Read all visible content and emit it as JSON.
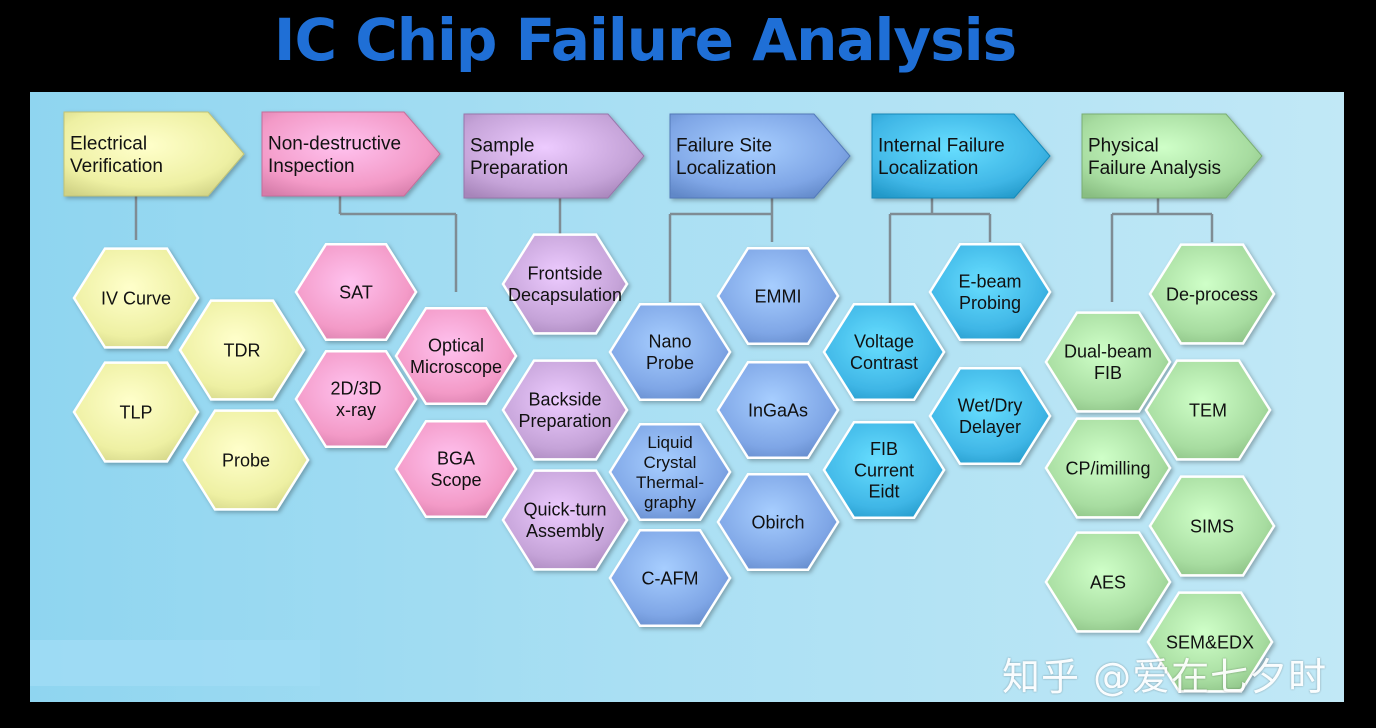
{
  "title": "IC Chip Failure Analysis",
  "watermark": "知乎 @爱在七夕时",
  "colors": {
    "electrical": "#eef0a3",
    "nondestructive": "#f39ac7",
    "sample": "#c5a3d8",
    "failure_site": "#7fa6e6",
    "internal": "#3fb6e6",
    "physical": "#a7dca0",
    "title": "#1f6fd6"
  },
  "categories": [
    {
      "id": "electrical",
      "label": [
        "Electrical",
        "Verification"
      ],
      "items": [
        [
          "IV Curve"
        ],
        [
          "TDR"
        ],
        [
          "TLP"
        ],
        [
          "Probe"
        ]
      ]
    },
    {
      "id": "nondestructive",
      "label": [
        "Non-destructive",
        "Inspection"
      ],
      "items": [
        [
          "SAT"
        ],
        [
          "Optical",
          "Microscope"
        ],
        [
          "2D/3D",
          "x-ray"
        ],
        [
          "BGA",
          "Scope"
        ]
      ]
    },
    {
      "id": "sample",
      "label": [
        "Sample",
        "Preparation"
      ],
      "items": [
        [
          "Frontside",
          "Decapsulation"
        ],
        [
          "Backside",
          "Preparation"
        ],
        [
          "Quick-turn",
          "Assembly"
        ]
      ]
    },
    {
      "id": "failure_site",
      "label": [
        "Failure Site",
        "Localization"
      ],
      "items": [
        [
          "EMMI"
        ],
        [
          "Nano",
          "Probe"
        ],
        [
          "InGaAs"
        ],
        [
          "Liquid",
          "Crystal",
          "Thermal-",
          "graphy"
        ],
        [
          "Obirch"
        ],
        [
          "C-AFM"
        ]
      ]
    },
    {
      "id": "internal",
      "label": [
        "Internal Failure",
        "Localization"
      ],
      "items": [
        [
          "E-beam",
          "Probing"
        ],
        [
          "Voltage",
          "Contrast"
        ],
        [
          "Wet/Dry",
          "Delayer"
        ],
        [
          "FIB",
          "Current",
          "Eidt"
        ]
      ]
    },
    {
      "id": "physical",
      "label": [
        "Physical",
        "Failure Analysis"
      ],
      "items": [
        [
          "De-process"
        ],
        [
          "Dual-beam",
          "FIB"
        ],
        [
          "TEM"
        ],
        [
          "CP/imilling"
        ],
        [
          "SIMS"
        ],
        [
          "AES"
        ],
        [
          "SEM&EDX"
        ]
      ]
    }
  ]
}
